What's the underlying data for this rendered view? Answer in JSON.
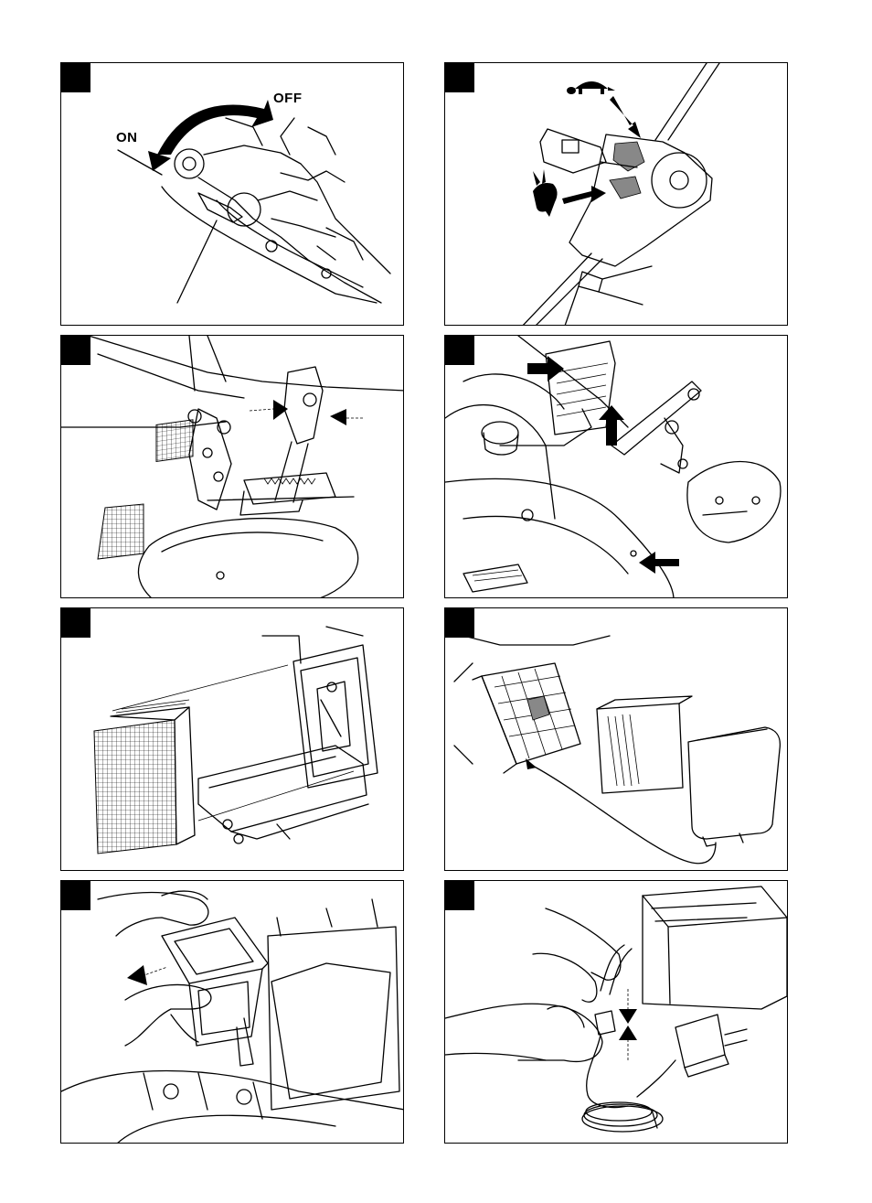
{
  "panels": [
    {
      "id": "p1",
      "labels": {
        "on": "ON",
        "off": "OFF"
      }
    },
    {
      "id": "p2"
    },
    {
      "id": "p3"
    },
    {
      "id": "p4"
    },
    {
      "id": "p5"
    },
    {
      "id": "p6"
    },
    {
      "id": "p7"
    },
    {
      "id": "p8"
    }
  ],
  "icons": {
    "slow": "turtle-icon",
    "fast": "rabbit-icon"
  }
}
